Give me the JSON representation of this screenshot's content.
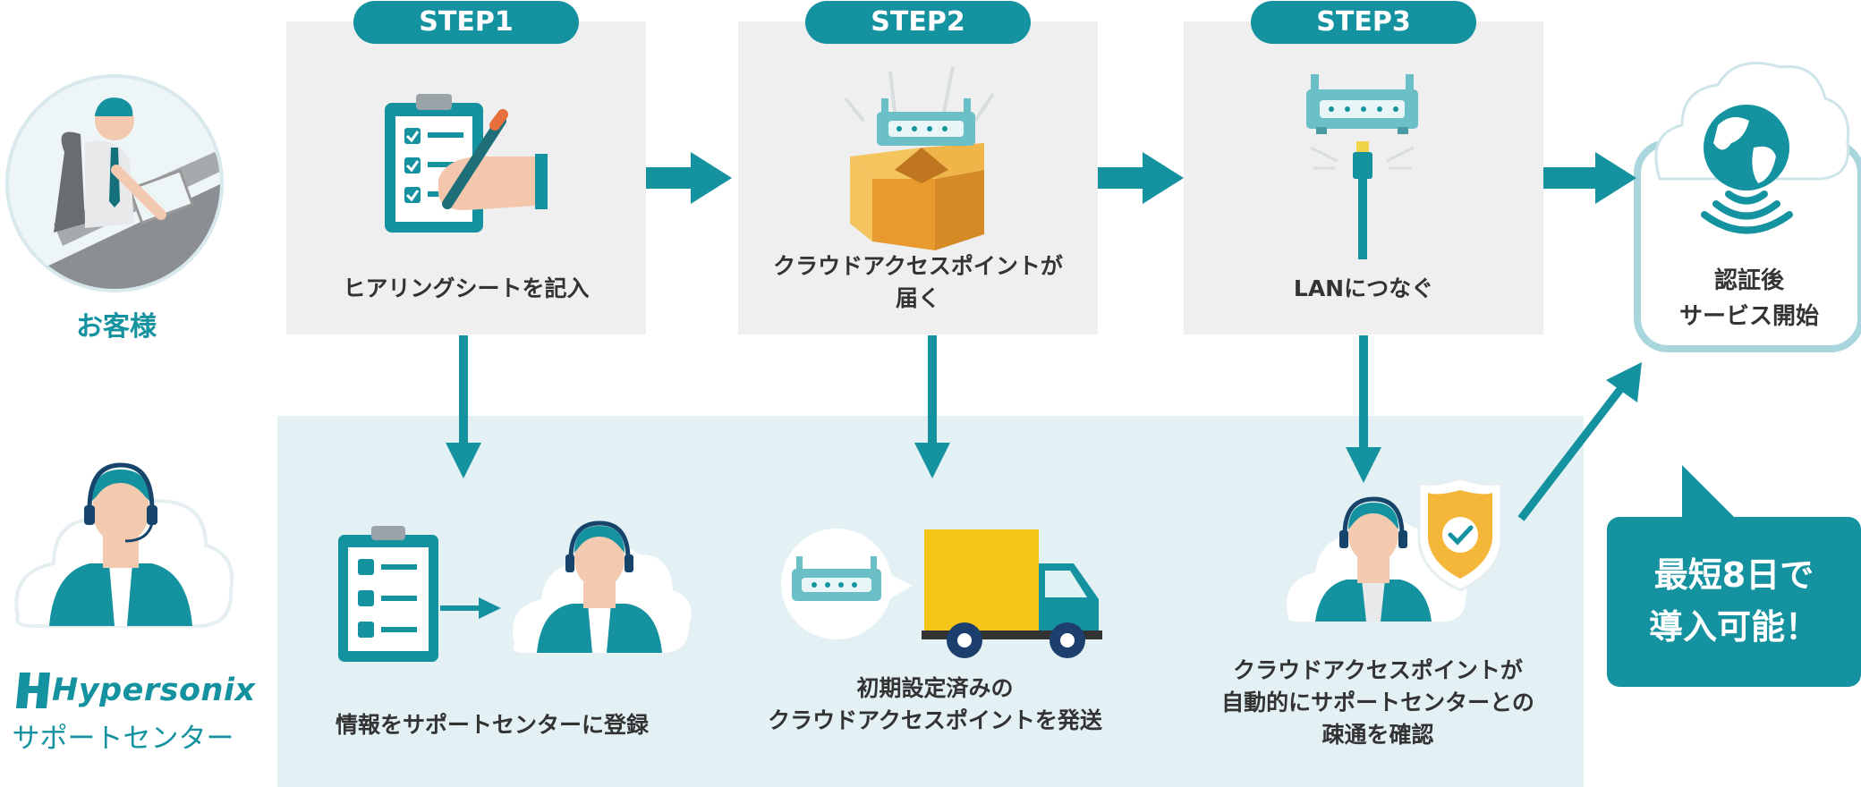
{
  "customer": {
    "label": "お客様"
  },
  "support": {
    "logo_text": "Hypersonix",
    "label": "サポートセンター"
  },
  "steps": [
    {
      "badge": "STEP1",
      "text_lines": [
        "ヒアリングシートを記入"
      ]
    },
    {
      "badge": "STEP2",
      "text_lines": [
        "クラウドアクセスポイントが",
        "届く"
      ]
    },
    {
      "badge": "STEP3",
      "text_lines": [
        "LANにつなぐ"
      ]
    }
  ],
  "final": {
    "text_lines": [
      "認証後",
      "サービス開始"
    ]
  },
  "support_actions": [
    {
      "text_lines": [
        "情報をサポートセンターに登録"
      ]
    },
    {
      "text_lines": [
        "初期設定済みの",
        "クラウドアクセスポイントを発送"
      ]
    },
    {
      "text_lines": [
        "クラウドアクセスポイントが",
        "自動的にサポートセンターとの",
        "疎通を確認"
      ]
    }
  ],
  "callout": {
    "lines": [
      "最短8日で",
      "導入可能！"
    ]
  },
  "colors": {
    "primary": "#1592a0",
    "panel": "#efefef",
    "lower_bg": "#e3f1f4",
    "box_yellow": "#f2b544",
    "truck_yellow": "#f5c518"
  }
}
